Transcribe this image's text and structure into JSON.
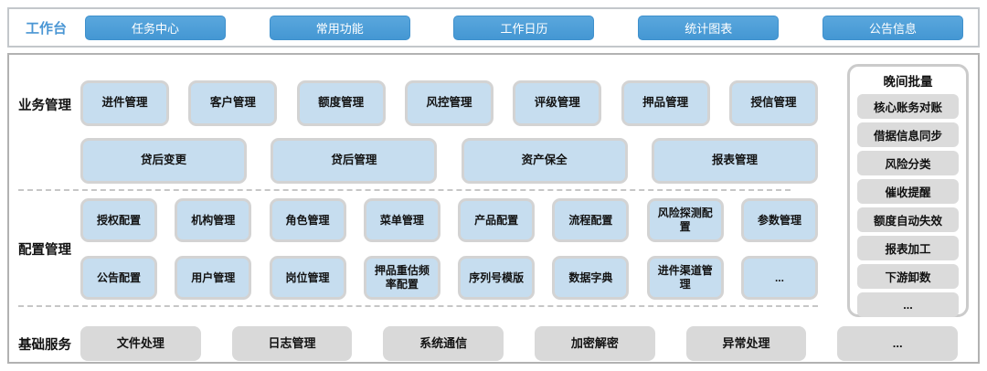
{
  "topbar": {
    "label": "工作台",
    "buttons": [
      "任务中心",
      "常用功能",
      "工作日历",
      "统计图表",
      "公告信息"
    ]
  },
  "sections": {
    "business": {
      "label": "业务管理",
      "row1": [
        "进件管理",
        "客户管理",
        "额度管理",
        "风控管理",
        "评级管理",
        "押品管理",
        "授信管理"
      ],
      "row2": [
        "贷后变更",
        "贷后管理",
        "资产保全",
        "报表管理"
      ]
    },
    "config": {
      "label": "配置管理",
      "row1": [
        "授权配置",
        "机构管理",
        "角色管理",
        "菜单管理",
        "产品配置",
        "流程配置",
        "风险探测配置",
        "参数管理"
      ],
      "row2": [
        "公告配置",
        "用户管理",
        "岗位管理",
        "押品重估频率配置",
        "序列号模版",
        "数据字典",
        "进件渠道管理",
        "..."
      ]
    },
    "base": {
      "label": "基础服务",
      "items": [
        "文件处理",
        "日志管理",
        "系统通信",
        "加密解密",
        "异常处理",
        "..."
      ]
    }
  },
  "sidebar": {
    "title": "晚间批量",
    "items": [
      "核心账务对账",
      "借据信息同步",
      "风险分类",
      "催收提醒",
      "额度自动失效",
      "报表加工",
      "下游卸数",
      "..."
    ]
  },
  "colors": {
    "accent_blue": "#4a9bd7",
    "light_blue_fill": "#c6ddef",
    "box_border_gray": "#d3d3d3",
    "gray_fill": "#d9d9d9",
    "label_blue": "#4a96d4"
  }
}
